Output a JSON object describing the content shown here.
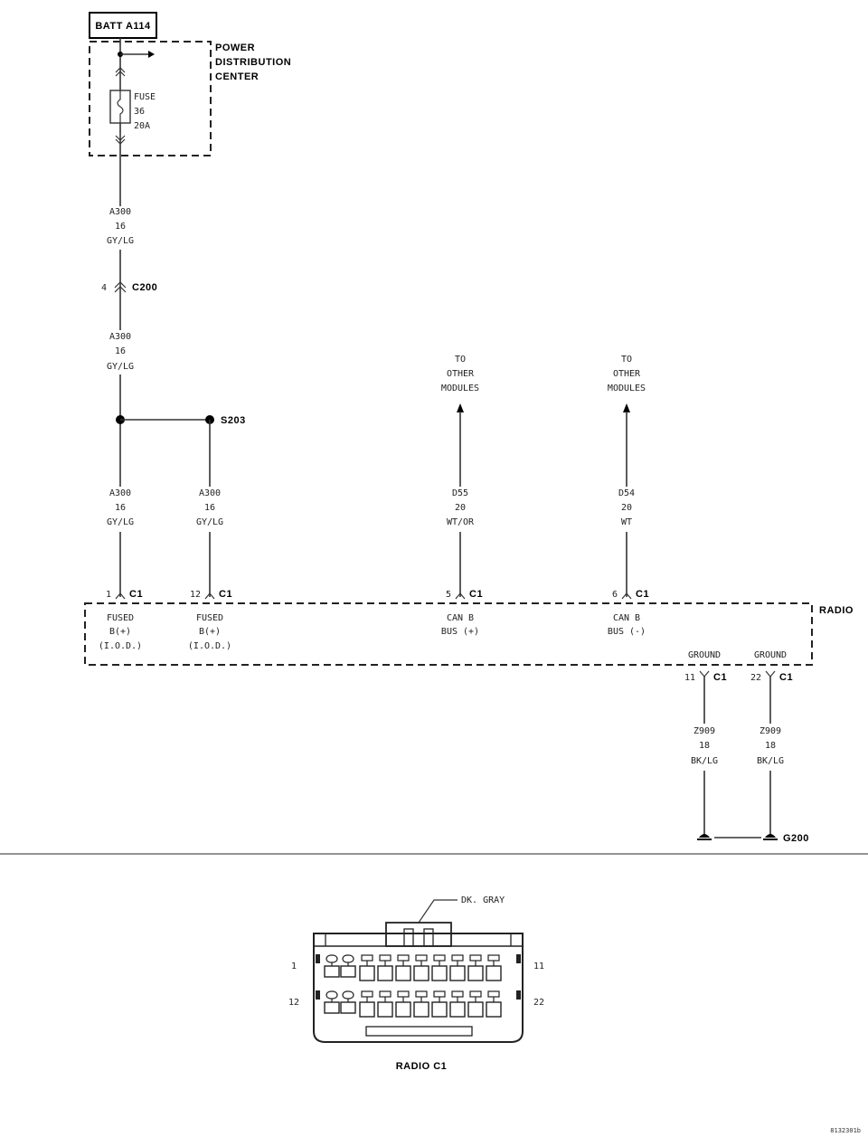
{
  "batt": "BATT A114",
  "pdc": [
    "POWER",
    "DISTRIBUTION",
    "CENTER"
  ],
  "fuse": [
    "FUSE",
    "36",
    "20A"
  ],
  "wire_a300": [
    "A300",
    "16",
    "GY/LG"
  ],
  "c200": {
    "pin": "4",
    "name": "C200"
  },
  "splice": "S203",
  "to_other": [
    "TO",
    "OTHER",
    "MODULES"
  ],
  "d55": [
    "D55",
    "20",
    "WT/OR"
  ],
  "d54": [
    "D54",
    "20",
    "WT"
  ],
  "conn": {
    "c1": "C1",
    "pin1": "1",
    "pin12": "12",
    "pin5": "5",
    "pin6": "6",
    "pin11": "11",
    "pin22": "22"
  },
  "radio": "RADIO",
  "fused": [
    "FUSED",
    "B(+)",
    "(I.O.D.)"
  ],
  "canb_plus": [
    "CAN B",
    "BUS (+)"
  ],
  "canb_minus": [
    "CAN B",
    "BUS (-)"
  ],
  "ground": "GROUND",
  "z909": [
    "Z909",
    "18",
    "BK/LG"
  ],
  "g200": "G200",
  "dk_gray": "DK. GRAY",
  "conn_pins": {
    "p1": "1",
    "p11": "11",
    "p12": "12",
    "p22": "22"
  },
  "radio_c1": "RADIO C1",
  "figure_id": "8132301b"
}
